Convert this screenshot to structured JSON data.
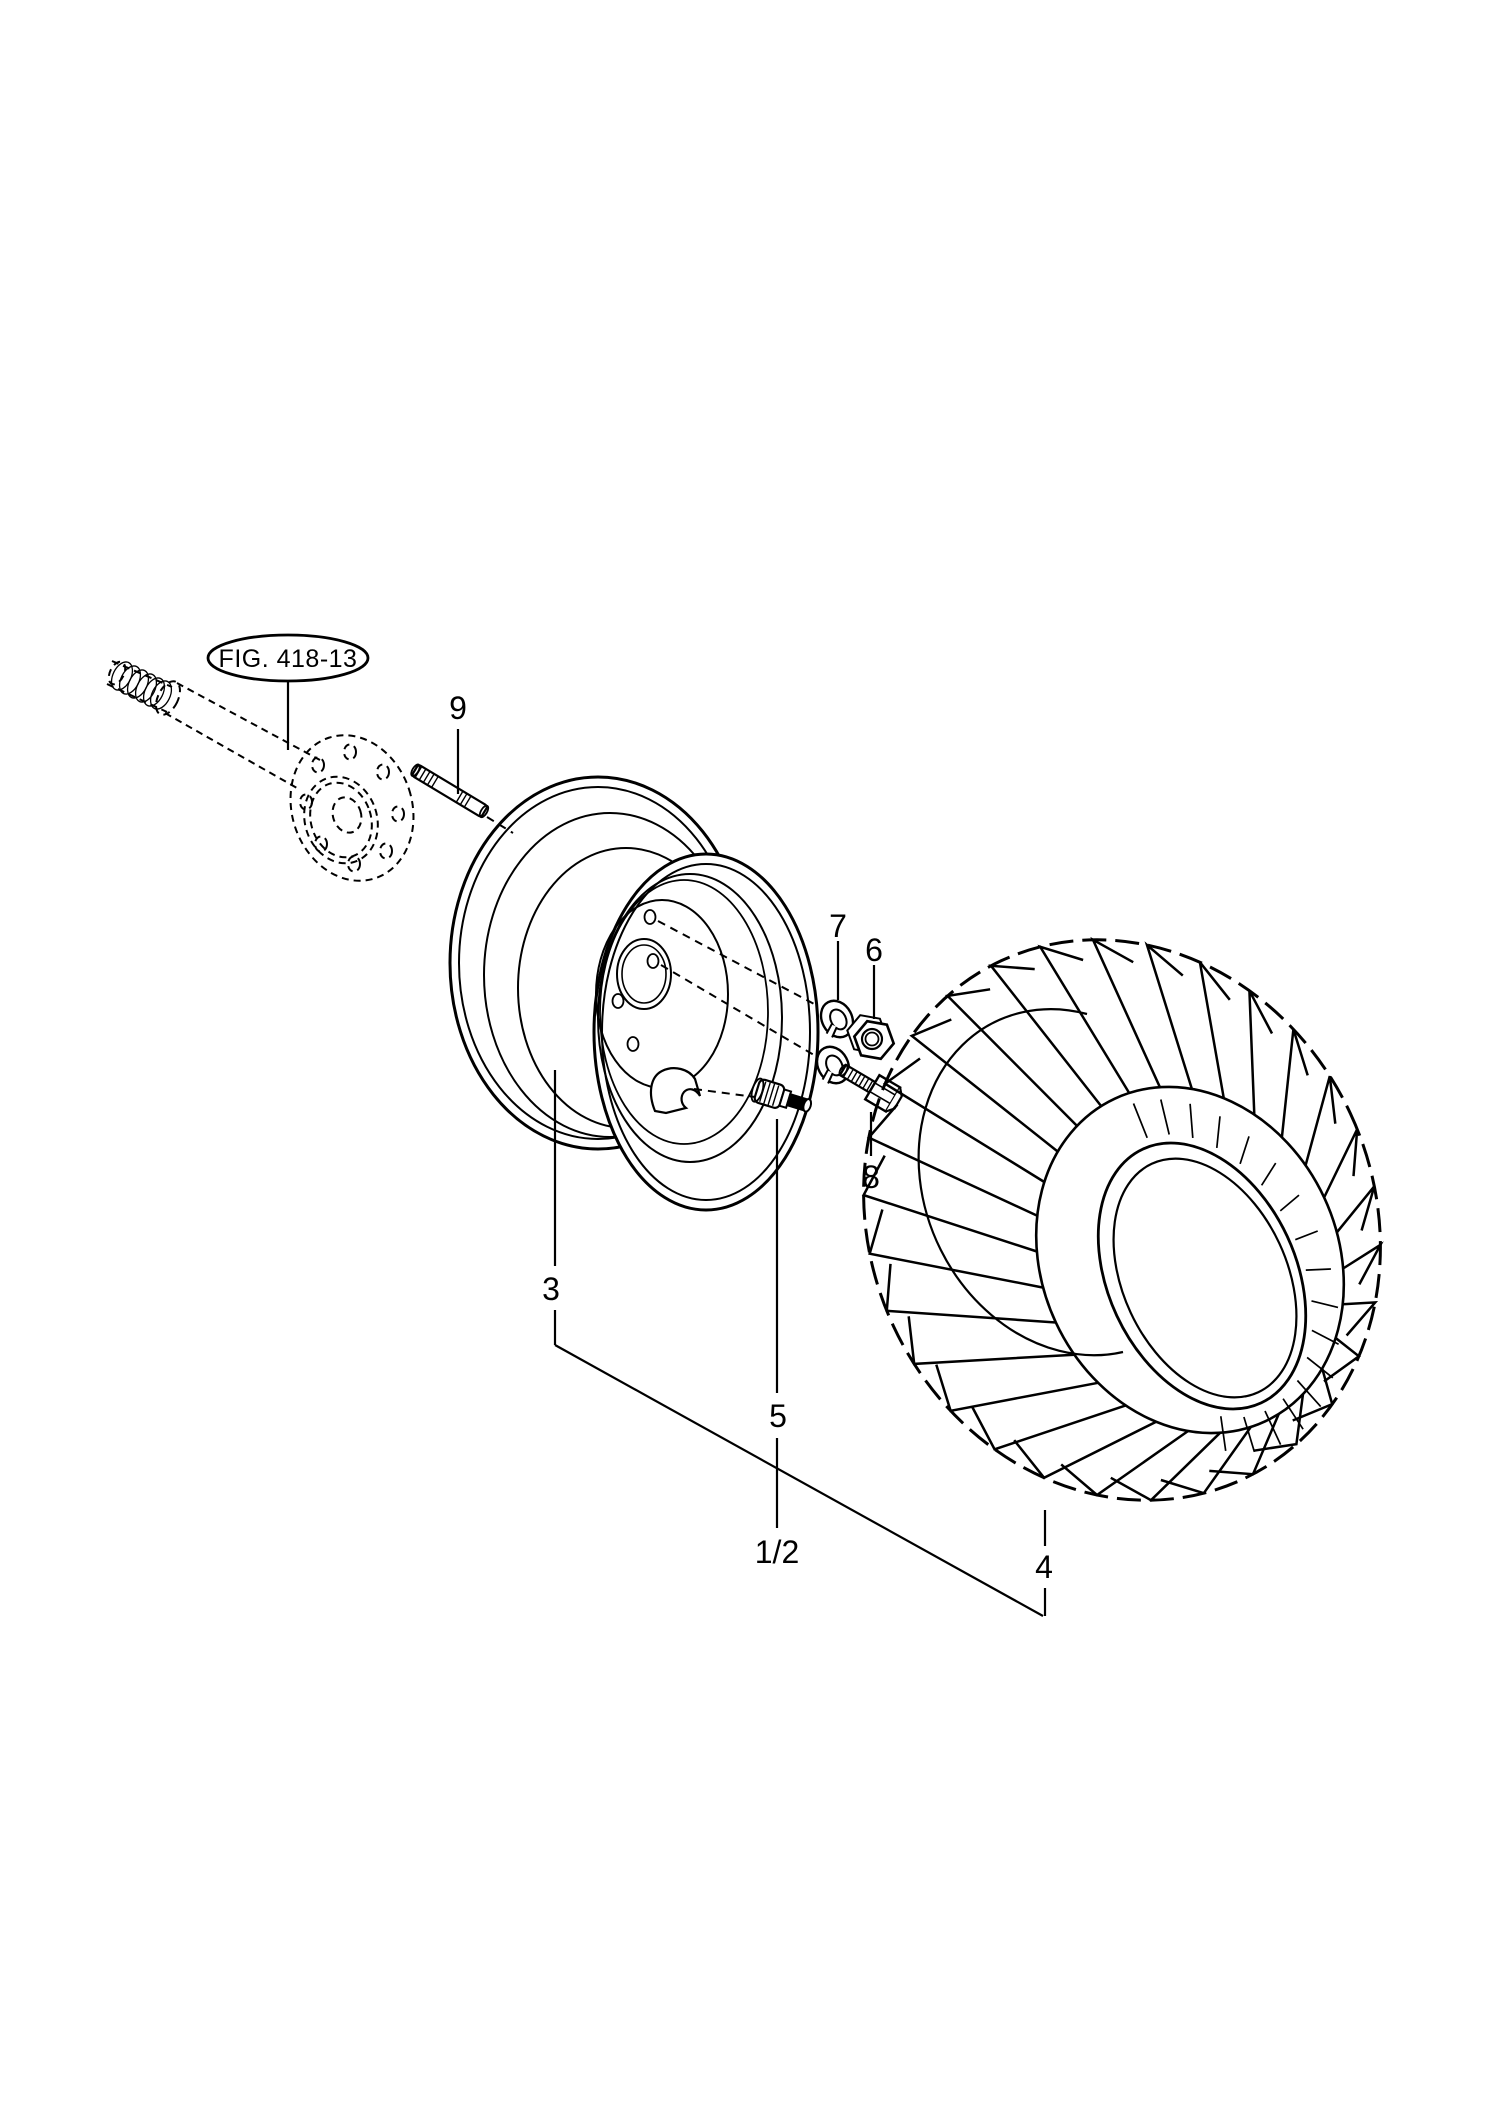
{
  "page": {
    "background": "#ffffff",
    "line_color": "#000000"
  },
  "diagram": {
    "reference_bubble": {
      "label": "FIG. 418-13"
    },
    "callouts": [
      {
        "part": "wheel-stud",
        "label": "9"
      },
      {
        "part": "spring-washer",
        "label": "7"
      },
      {
        "part": "hex-nut",
        "label": "6"
      },
      {
        "part": "hex-bolt",
        "label": "8"
      },
      {
        "part": "wheel-rim",
        "label": "3"
      },
      {
        "part": "valve-stem",
        "label": "5"
      },
      {
        "part": "wheel-assembly",
        "label": "1/2"
      },
      {
        "part": "tire",
        "label": "4"
      }
    ]
  }
}
